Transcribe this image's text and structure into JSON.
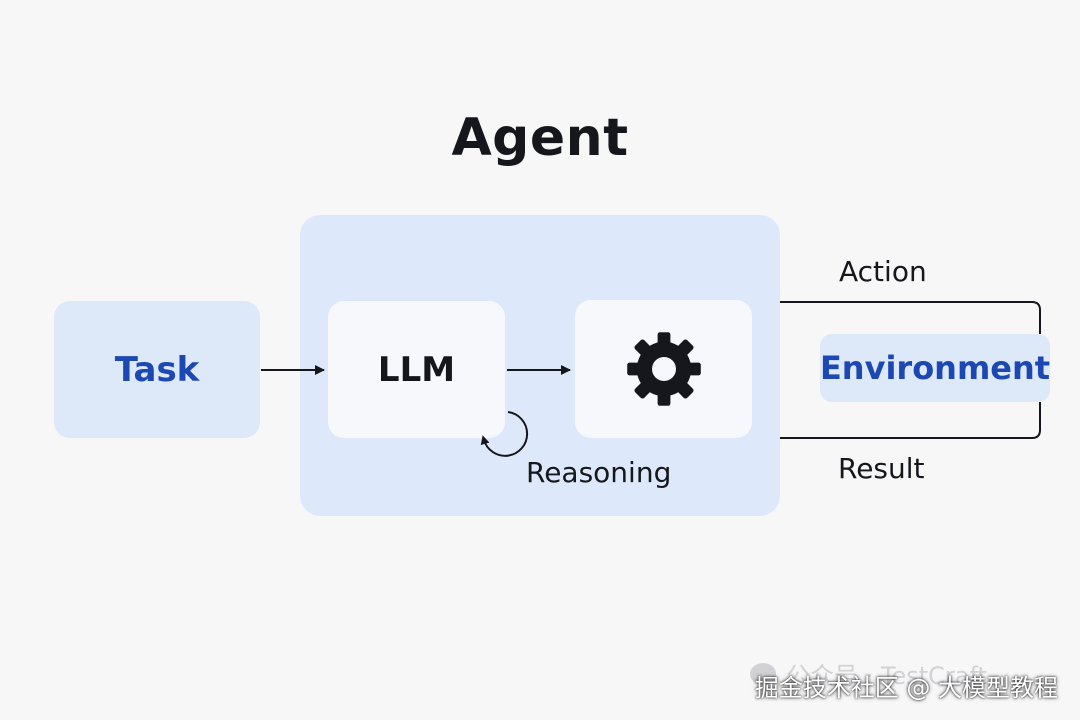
{
  "diagram": {
    "title": "Agent",
    "task_label": "Task",
    "llm_label": "LLM",
    "tool_icon": "gear-icon",
    "environment_label": "Environment",
    "action_label": "Action",
    "result_label": "Result",
    "reasoning_label": "Reasoning"
  },
  "watermark": {
    "faint_text": "公众号 · TestCraft",
    "text": "掘金技术社区 @ 大模型教程"
  },
  "colors": {
    "accent_blue": "#1c48b4",
    "panel_blue": "#dde9fa",
    "box_light": "#f6f8fc",
    "text_dark": "#15171c",
    "background": "#f7f7f8"
  }
}
